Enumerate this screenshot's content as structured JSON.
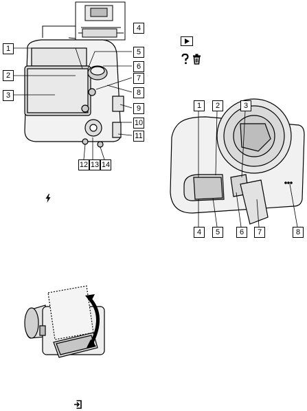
{
  "rear_view_callouts": [
    "1",
    "2",
    "3",
    "4",
    "5",
    "6",
    "7",
    "8",
    "9",
    "10",
    "11",
    "12",
    "13",
    "14"
  ],
  "bottom_view_callouts": [
    "1",
    "2",
    "3",
    "4",
    "5",
    "6",
    "7",
    "8"
  ],
  "icons": {
    "playback": "playback-icon",
    "help": "help-icon",
    "delete": "trash-icon",
    "flash": "flash-icon",
    "connect": "connect-icon"
  }
}
